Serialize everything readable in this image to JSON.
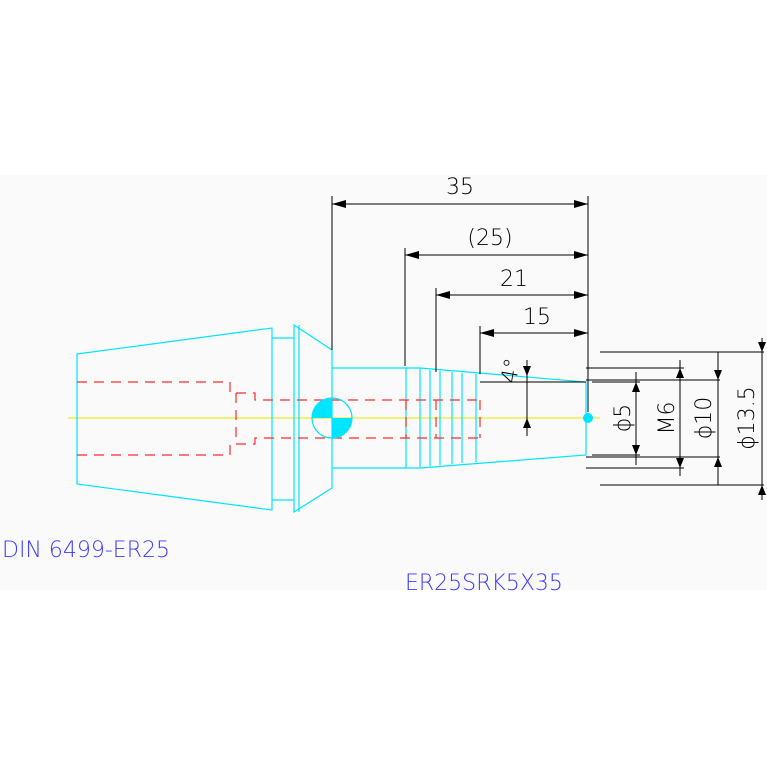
{
  "colors": {
    "background": "#ffffff",
    "panel": "#fafafa",
    "outline": "#00e5ff",
    "hidden": "#ff2a2a",
    "centerline": "#e6e600",
    "dimension": "#000000",
    "label": "#3a3aff"
  },
  "dimensions": {
    "length_total": "35",
    "length_ref": "(25)",
    "length_21": "21",
    "length_15": "15",
    "angle": "4°",
    "dia_5": "ϕ5",
    "thread": "M6",
    "dia_10": "ϕ10",
    "dia_13_5": "ϕ13.5"
  },
  "labels": {
    "collet_spec": "DIN 6499-ER25",
    "part_number": "ER25SRK5X35"
  }
}
